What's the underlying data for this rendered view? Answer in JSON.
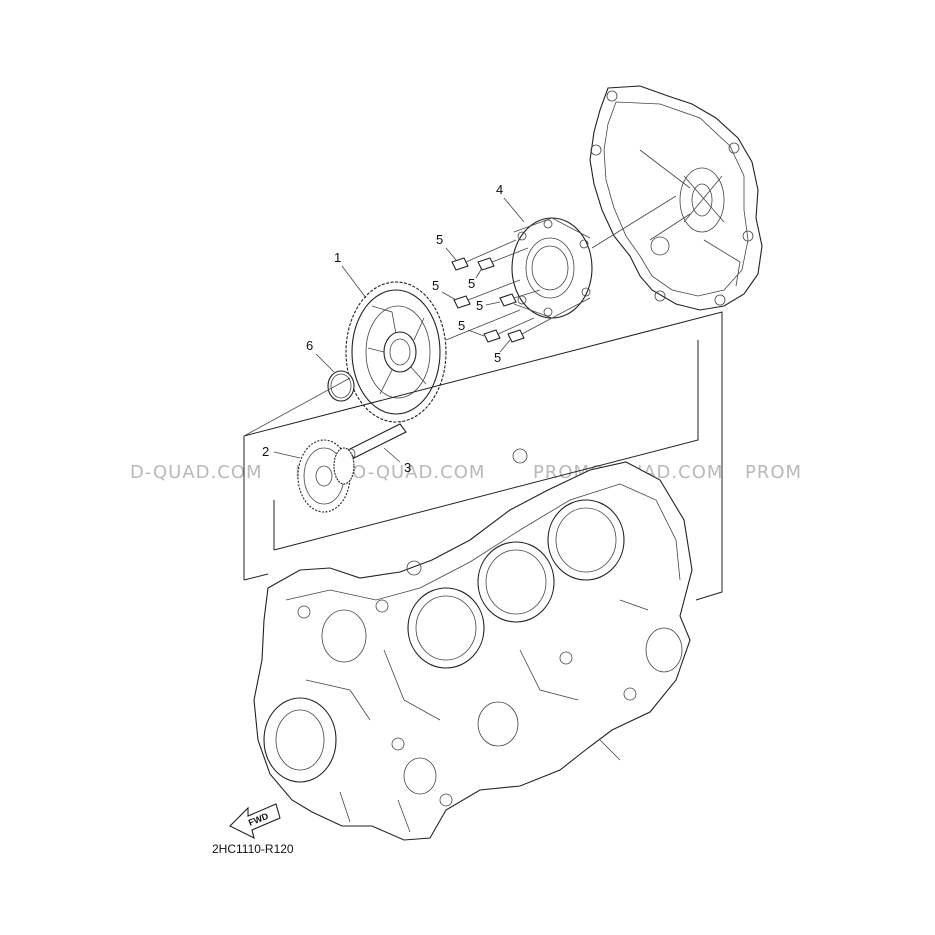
{
  "callouts": {
    "part1": "1",
    "part2": "2",
    "part3": "3",
    "part4": "4",
    "part5a": "5",
    "part5b": "5",
    "part5c": "5",
    "part5d": "5",
    "part5e": "5",
    "part5f": "5",
    "part6": "6"
  },
  "watermarks": [
    "D-QUAD.COM",
    "PROMO-QUAD.COM",
    "PROMO-QUAD.COM",
    "PROM"
  ],
  "fwd_label": "FWD",
  "diagram_code": "2HC1110-R120"
}
